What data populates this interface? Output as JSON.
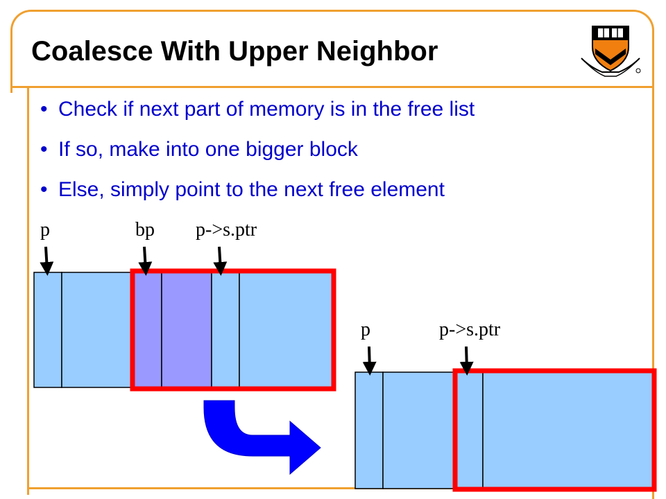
{
  "slide": {
    "title": "Coalesce With Upper Neighbor",
    "accent_color": "#f0a030",
    "logo_icon": "princeton-shield-icon",
    "bullets": [
      "Check if next part of memory is in the free list",
      "If so, make into one bigger block",
      "Else, simply point to the next free element"
    ]
  },
  "diagram": {
    "before": {
      "labels": [
        "p",
        "bp",
        "p->s.ptr"
      ],
      "highlight_label": "upper"
    },
    "after": {
      "labels": [
        "p",
        "p->s.ptr"
      ]
    },
    "colors": {
      "block": "#99ccff",
      "freed_block": "#9999ff",
      "highlight": "#ff0000",
      "arrow": "#0000ff",
      "upper_label": "#f07f10"
    }
  }
}
